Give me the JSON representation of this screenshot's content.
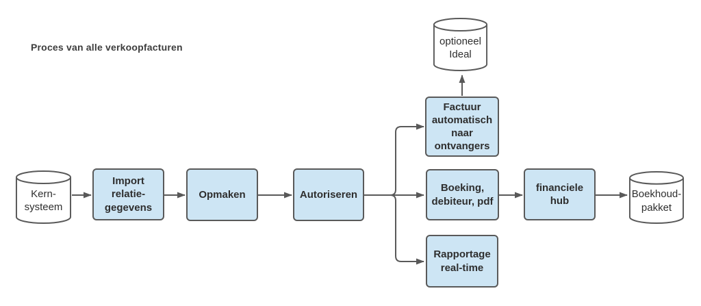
{
  "diagram": {
    "title": "Proces van alle verkoopfacturen",
    "colors": {
      "process_fill": "#cde5f4",
      "shape_border": "#595959",
      "connector": "#595959",
      "text": "#2e2e2e",
      "cylinder_fill": "#ffffff",
      "background": "#ffffff"
    },
    "nodes": {
      "kern_systeem": {
        "shape": "cylinder",
        "label": "Kern-\nsysteem"
      },
      "import_relatiegegevens": {
        "shape": "process",
        "label": "Import\nrelatie-\ngegevens"
      },
      "opmaken": {
        "shape": "process",
        "label": "Opmaken"
      },
      "autoriseren": {
        "shape": "process",
        "label": "Autoriseren"
      },
      "factuur_automatisch": {
        "shape": "process",
        "label": "Factuur\nautomatisch\nnaar\nontvangers"
      },
      "optioneel_ideal": {
        "shape": "cylinder",
        "label": "optioneel\nIdeal"
      },
      "boeking_debiteur_pdf": {
        "shape": "process",
        "label": "Boeking,\ndebiteur, pdf"
      },
      "rapportage_realtime": {
        "shape": "process",
        "label": "Rapportage\nreal-time"
      },
      "financiele_hub": {
        "shape": "process",
        "label": "financiele\nhub"
      },
      "boekhoud_pakket": {
        "shape": "cylinder",
        "label": "Boekhoud-\npakket"
      }
    },
    "edges": [
      {
        "from": "kern_systeem",
        "to": "import_relatiegegevens"
      },
      {
        "from": "import_relatiegegevens",
        "to": "opmaken"
      },
      {
        "from": "opmaken",
        "to": "autoriseren"
      },
      {
        "from": "autoriseren",
        "to": "factuur_automatisch"
      },
      {
        "from": "autoriseren",
        "to": "boeking_debiteur_pdf"
      },
      {
        "from": "autoriseren",
        "to": "rapportage_realtime"
      },
      {
        "from": "factuur_automatisch",
        "to": "optioneel_ideal"
      },
      {
        "from": "boeking_debiteur_pdf",
        "to": "financiele_hub"
      },
      {
        "from": "financiele_hub",
        "to": "boekhoud_pakket"
      }
    ]
  }
}
